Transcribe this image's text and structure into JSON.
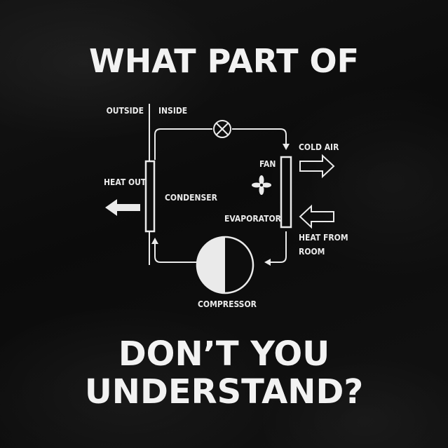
{
  "headline": {
    "top": "WHAT PART OF",
    "bottom_line1": "DON’T YOU",
    "bottom_line2": "UNDERSTAND?"
  },
  "diagram": {
    "outside": "OUTSIDE",
    "inside": "INSIDE",
    "heat_out": "HEAT OUT",
    "condenser": "CONDENSER",
    "fan": "FAN",
    "evaporator": "EVAPORATOR",
    "cold_air": "COLD AIR",
    "heat_from": "HEAT FROM",
    "room": "ROOM",
    "compressor": "COMPRESSOR"
  },
  "colors": {
    "ink": "#f2f2f2",
    "fabric": "#0d0d0d"
  }
}
